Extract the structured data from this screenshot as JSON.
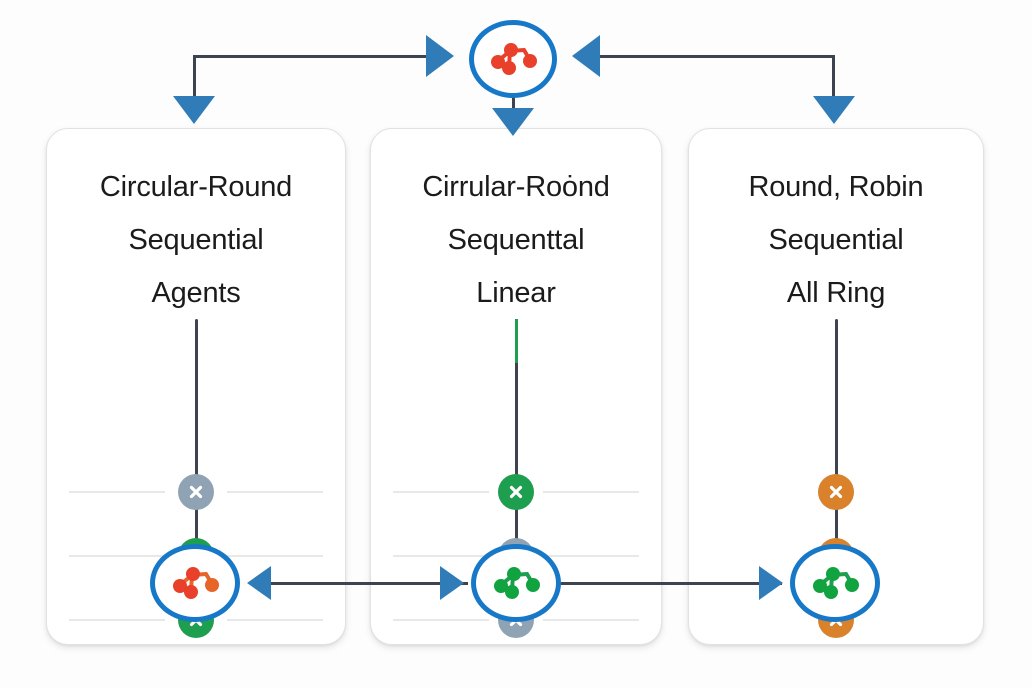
{
  "diagram": {
    "title_text": "Round-robin sequential agent pipeline diagram",
    "colors": {
      "accent_blue": "#1878c8",
      "arrow_blue": "#2f7cb8",
      "node_green": "#1e9e4f",
      "node_gray": "#8fa3b5",
      "node_orange": "#d9822b",
      "spine_dark": "#3d4450",
      "card_background": "#ffffff",
      "rail_gray": "#e8e8e8"
    },
    "hub": {
      "icon": "network-share-icon",
      "icon_color": "#e8402a",
      "ring_color": "#1878c8"
    },
    "cards": [
      {
        "id": "card-1",
        "title": "Circular-Round\nSequential\nAgents",
        "title_lines": [
          "Circular-Round",
          "Sequential",
          "Agents"
        ],
        "has_rails": true,
        "spine_top_accent": "none",
        "nodes": [
          {
            "label": "x",
            "icon": "close-x-icon",
            "color": "#8fa3b5",
            "state": "inactive"
          },
          {
            "label": "x",
            "icon": "close-x-icon",
            "color": "#1e9e4f",
            "state": "active"
          },
          {
            "label": "x",
            "icon": "close-x-icon",
            "color": "#1e9e4f",
            "state": "active"
          }
        ],
        "badge": {
          "icon": "network-share-icon",
          "icon_color": "#e8402a",
          "ring_color": "#1878c8"
        }
      },
      {
        "id": "card-2",
        "title": "Cirrular-Roȯnd\nSequenttal\nLinear",
        "title_lines": [
          "Cirrular-Roȯnd",
          "Sequenttal",
          "Linear"
        ],
        "has_rails": true,
        "spine_top_accent": "#1e9e4f",
        "nodes": [
          {
            "label": "x",
            "icon": "close-x-icon",
            "color": "#1e9e4f",
            "state": "active"
          },
          {
            "label": "x",
            "icon": "close-x-icon",
            "color": "#8fa3b5",
            "state": "inactive"
          },
          {
            "label": "x",
            "icon": "close-x-icon",
            "color": "#8fa3b5",
            "state": "inactive"
          }
        ],
        "badge": {
          "icon": "network-share-icon",
          "icon_color": "#1e9e4f",
          "ring_color": "#1878c8"
        }
      },
      {
        "id": "card-3",
        "title": "Round, Robin\nSequential\nAll Ring",
        "title_lines": [
          "Round, Robin",
          "Sequential",
          "All Ring"
        ],
        "has_rails": false,
        "spine_top_accent": "none",
        "nodes": [
          {
            "label": "x",
            "icon": "close-x-icon",
            "color": "#d9822b",
            "state": "warning"
          },
          {
            "label": "x",
            "icon": "close-x-icon",
            "color": "#d9822b",
            "state": "warning"
          },
          {
            "label": "x",
            "icon": "close-x-icon",
            "color": "#d9822b",
            "state": "warning"
          }
        ],
        "badge": {
          "icon": "network-share-icon",
          "icon_color": "#1e9e4f",
          "ring_color": "#1878c8"
        }
      }
    ],
    "connectors": [
      {
        "name": "hub-to-card-1",
        "from": "hub",
        "to": "card-1",
        "style": "elbow",
        "direction": "down-left",
        "arrowheads": [
          "into-hub",
          "into-card"
        ]
      },
      {
        "name": "hub-to-card-2",
        "from": "hub",
        "to": "card-2",
        "style": "straight",
        "direction": "down",
        "arrowheads": [
          "into-card"
        ]
      },
      {
        "name": "hub-to-card-3",
        "from": "hub",
        "to": "card-3",
        "style": "elbow",
        "direction": "down-right",
        "arrowheads": [
          "into-hub",
          "into-card"
        ]
      },
      {
        "name": "badge-1-to-badge-2",
        "from": "card-1-badge",
        "to": "card-2-badge",
        "style": "straight",
        "direction": "bidirectional",
        "arrowheads": [
          "left",
          "right"
        ]
      },
      {
        "name": "badge-2-to-badge-3",
        "from": "card-2-badge",
        "to": "card-3-badge",
        "style": "straight",
        "direction": "right",
        "arrowheads": [
          "right"
        ]
      }
    ]
  }
}
